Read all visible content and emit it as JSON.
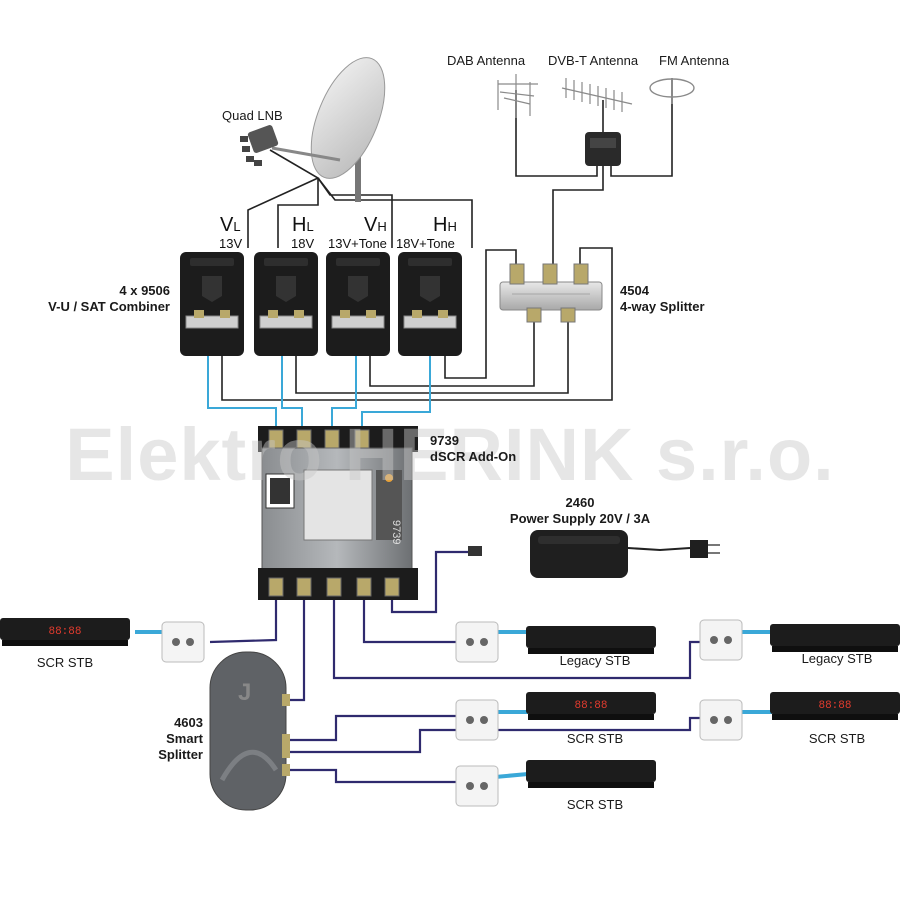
{
  "watermark": "Elektro HERINK s.r.o.",
  "antennas": {
    "dab": "DAB Antenna",
    "dvbt": "DVB-T Antenna",
    "fm": "FM Antenna"
  },
  "lnb": "Quad LNB",
  "polarities": [
    {
      "main": "V",
      "sub": "L",
      "voltage": "13V"
    },
    {
      "main": "H",
      "sub": "L",
      "voltage": "18V"
    },
    {
      "main": "V",
      "sub": "H",
      "voltage": "13V+Tone"
    },
    {
      "main": "H",
      "sub": "H",
      "voltage": "18V+Tone"
    }
  ],
  "combiner": {
    "line1": "4 x 9506",
    "line2": "V-U / SAT Combiner"
  },
  "splitter4": {
    "line1": "4504",
    "line2": "4-way Splitter"
  },
  "dscr": {
    "line1": "9739",
    "line2": "dSCR Add-On",
    "device_text": "9739"
  },
  "power": {
    "line1": "2460",
    "line2": "Power Supply 20V / 3A"
  },
  "smart_splitter": {
    "line1": "4603",
    "line2": "Smart",
    "line3": "Splitter"
  },
  "receivers": [
    {
      "label": "SCR STB",
      "display": "88:88"
    },
    {
      "label": "Legacy STB",
      "display": ""
    },
    {
      "label": "Legacy STB",
      "display": ""
    },
    {
      "label": "SCR STB",
      "display": "88:88"
    },
    {
      "label": "SCR STB",
      "display": "88:88"
    },
    {
      "label": "SCR STB",
      "display": ""
    }
  ],
  "colors": {
    "cable_dark": "#2f2a6e",
    "cable_blue": "#3aa8d8",
    "cable_black": "#222222",
    "device_black": "#1c1c1c",
    "led_red": "#e23b2e"
  }
}
